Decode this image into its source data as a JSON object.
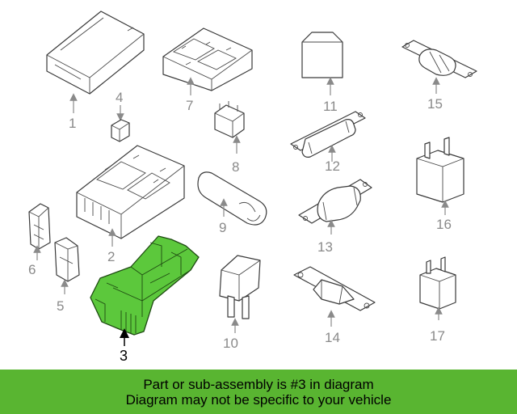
{
  "colors": {
    "highlight": "#5cc83c",
    "banner": "#59b531",
    "callout": "#8a8a8a",
    "callout_highlight": "#000000"
  },
  "callouts": {
    "n1": "1",
    "n2": "2",
    "n3": "3",
    "n4": "4",
    "n5": "5",
    "n6": "6",
    "n7": "7",
    "n8": "8",
    "n9": "9",
    "n10": "10",
    "n11": "11",
    "n12": "12",
    "n13": "13",
    "n14": "14",
    "n15": "15",
    "n16": "16",
    "n17": "17"
  },
  "highlighted_part": "3",
  "banner": {
    "line1": "Part or sub-assembly is #3 in diagram",
    "line2": "Diagram may not be specific to your vehicle"
  }
}
